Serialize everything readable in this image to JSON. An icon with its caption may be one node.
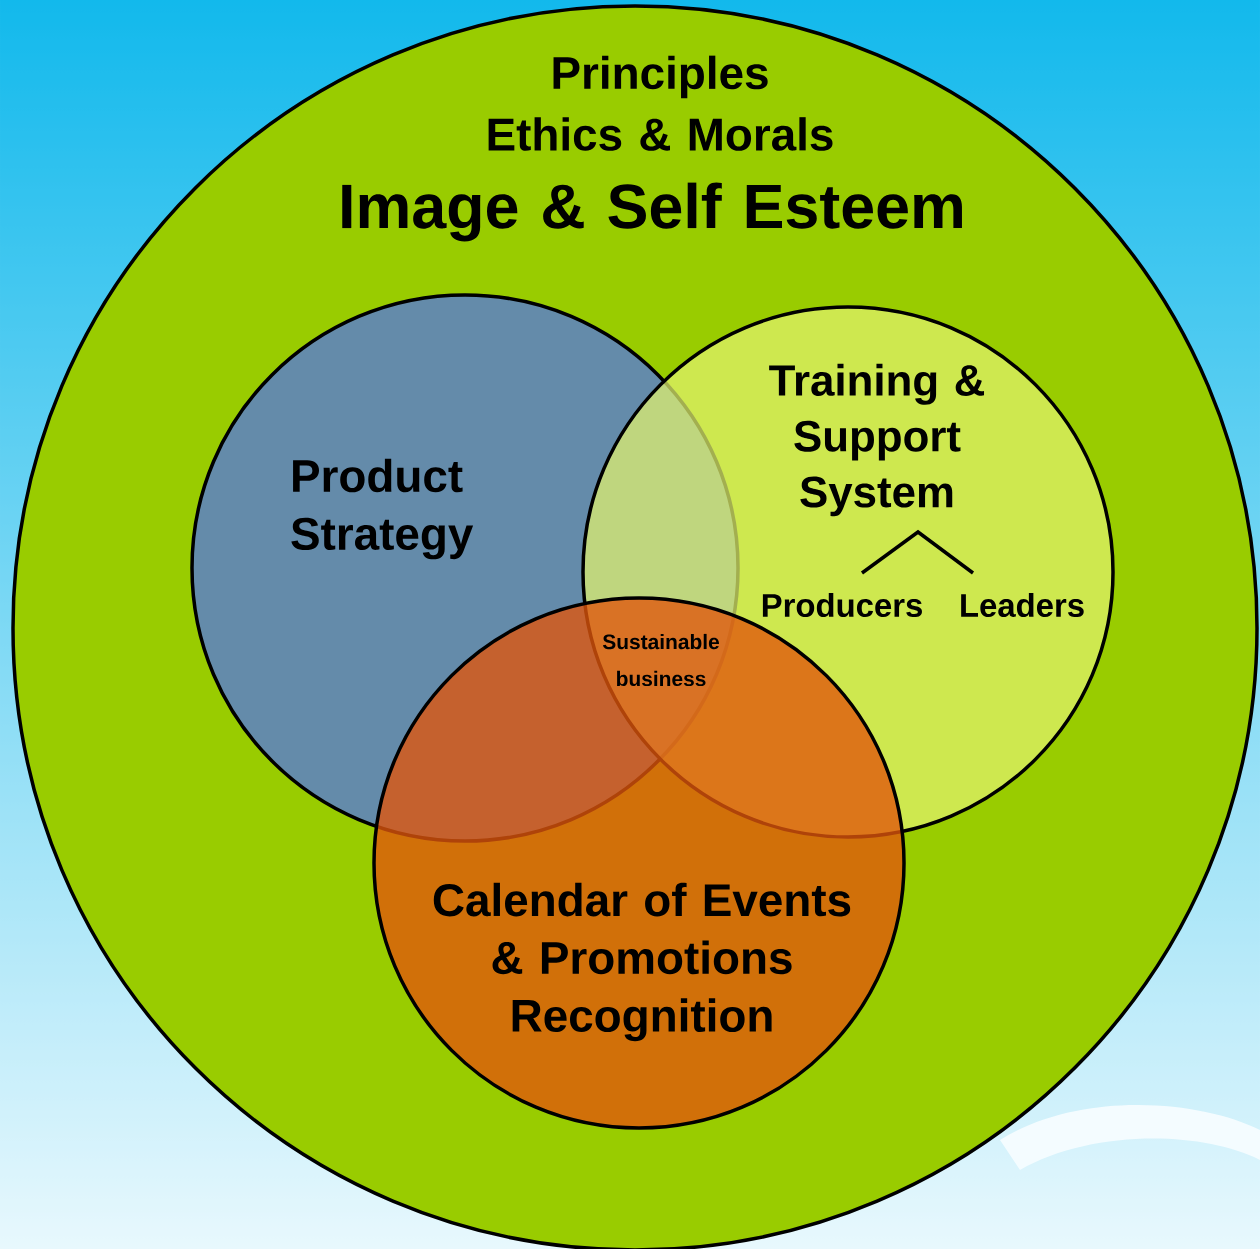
{
  "diagram": {
    "nodes": [
      {
        "text": [
          "Principles",
          "Ethics & Morals",
          "Image & Self Esteem"
        ]
      },
      {
        "text": [
          "Product Strategy"
        ],
        "in": 0
      },
      {
        "text": [
          "Training & Support System"
        ],
        "in": 0
      },
      {
        "text": [
          "Calendar of Events & Promotions Recognition"
        ],
        "in": 0
      }
    ],
    "labels": [
      "Producers",
      "Leaders",
      "Sustainable business"
    ]
  }
}
